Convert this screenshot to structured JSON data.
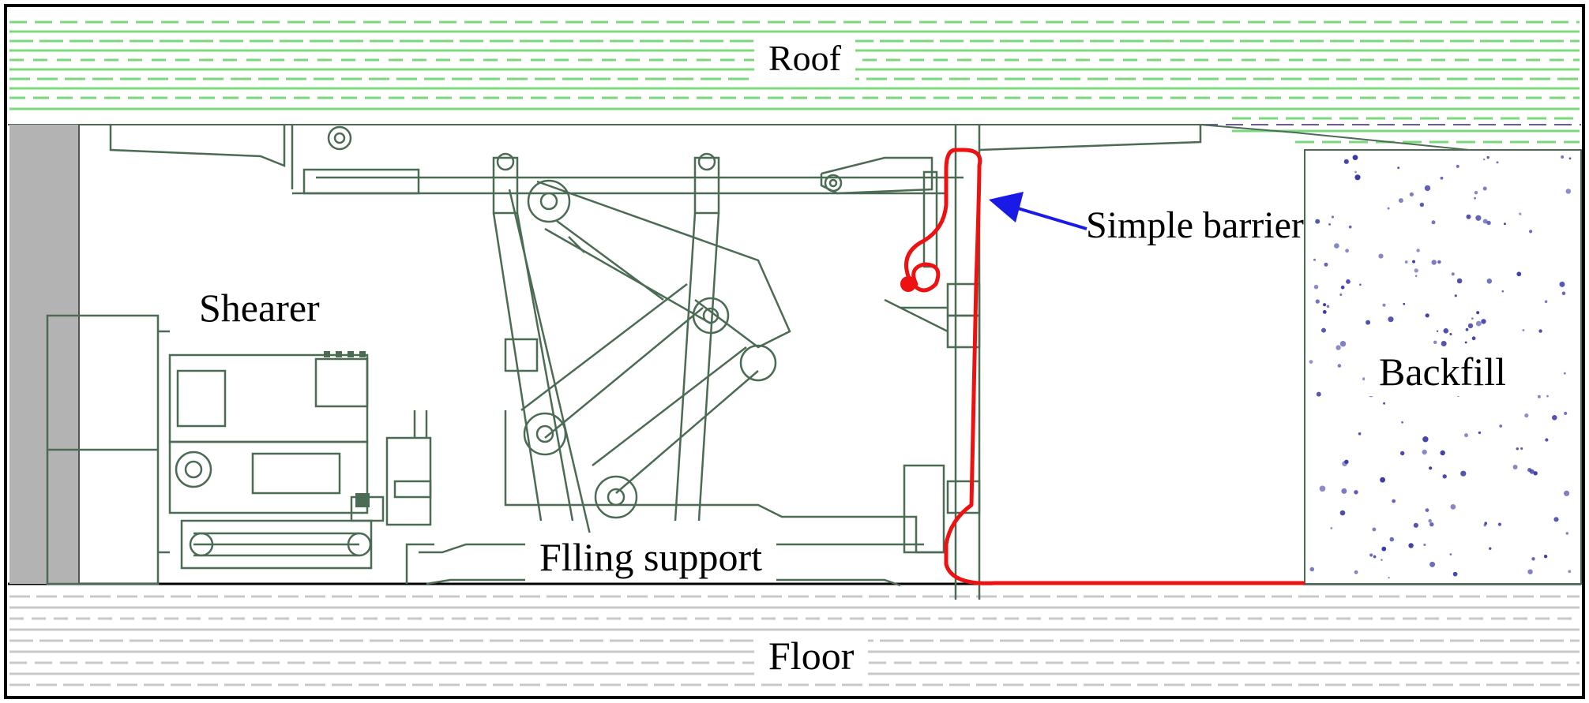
{
  "labels": {
    "roof": "Roof",
    "floor": "Floor",
    "shearer": "Shearer",
    "filling_support": "Flling support",
    "simple_barrier": "Simple barrier",
    "backfill": "Backfill"
  },
  "colors": {
    "frame": "#000000",
    "machine_line": "#4b6b54",
    "roof_stripe": "#7cd87c",
    "floor_stripe": "#c8c8c8",
    "coal_wall": "#b3b3b3",
    "barrier": "#ee1111",
    "arrow": "#1a1ae6",
    "backfill_dot": "#3a3aa8"
  }
}
